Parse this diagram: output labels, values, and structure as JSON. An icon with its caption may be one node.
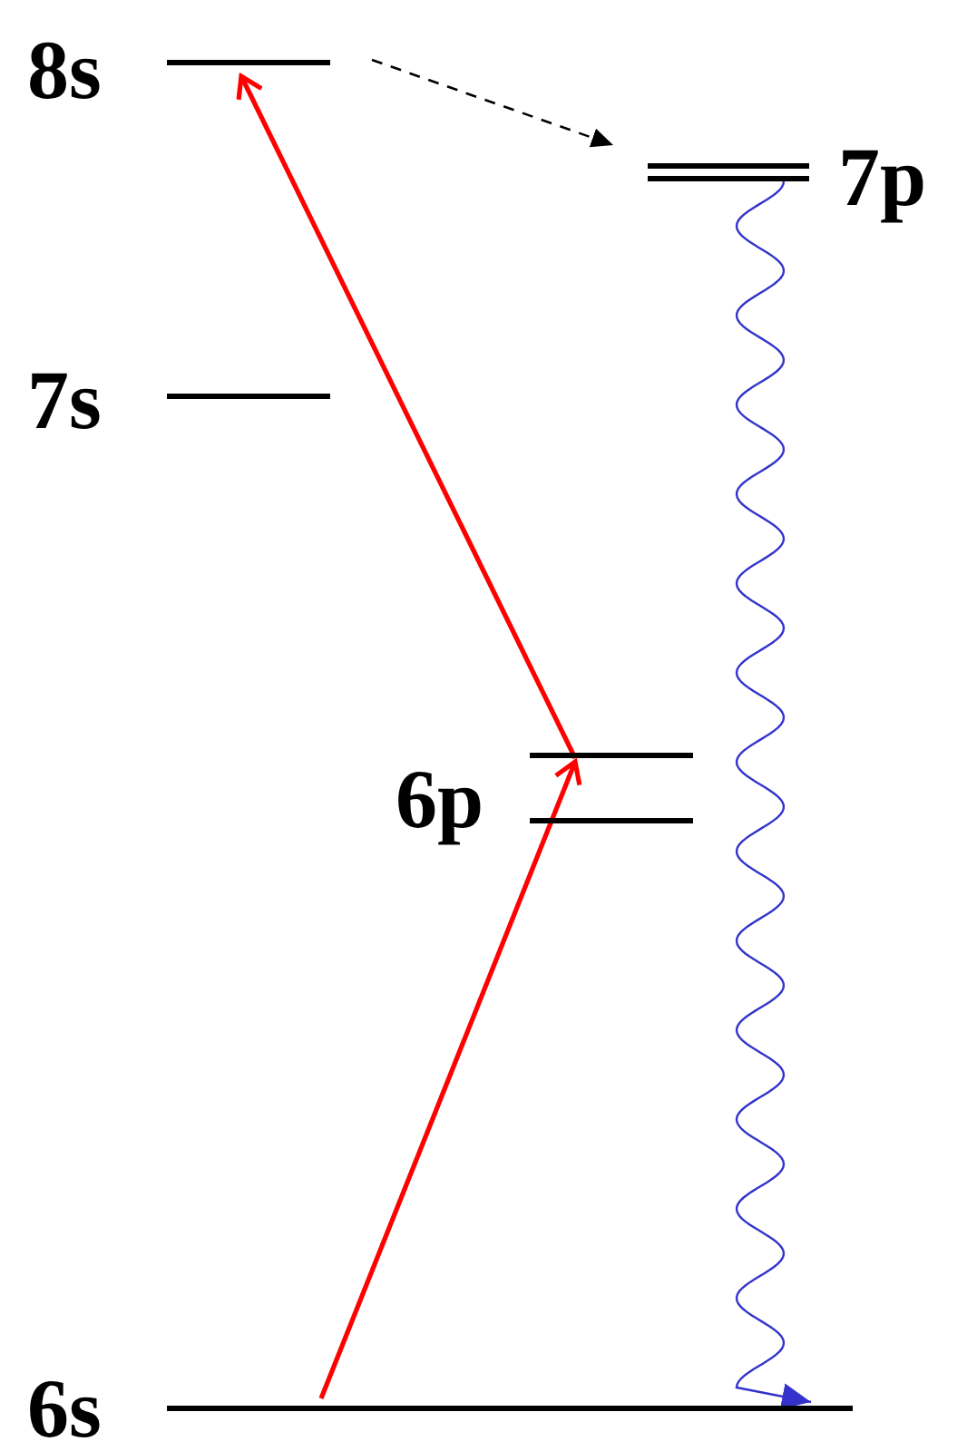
{
  "diagram": {
    "nodes": [
      {
        "text": [
          "8s"
        ]
      },
      {
        "text": [
          "7p"
        ]
      },
      {
        "text": [
          "7s"
        ]
      },
      {
        "text": [
          "6p"
        ]
      },
      {
        "text": [
          "6s"
        ]
      }
    ],
    "edges": [
      {
        "from": 4,
        "to": 3,
        "arrow": "to",
        "color": "#ff0000"
      },
      {
        "from": 3,
        "to": 0,
        "arrow": "to",
        "color": "#ff0000"
      },
      {
        "from": 0,
        "to": 1,
        "arrow": "to",
        "style": "dashed",
        "color": "#000000"
      },
      {
        "from": 1,
        "to": 4,
        "arrow": "to",
        "color": "#3333cc"
      }
    ]
  }
}
